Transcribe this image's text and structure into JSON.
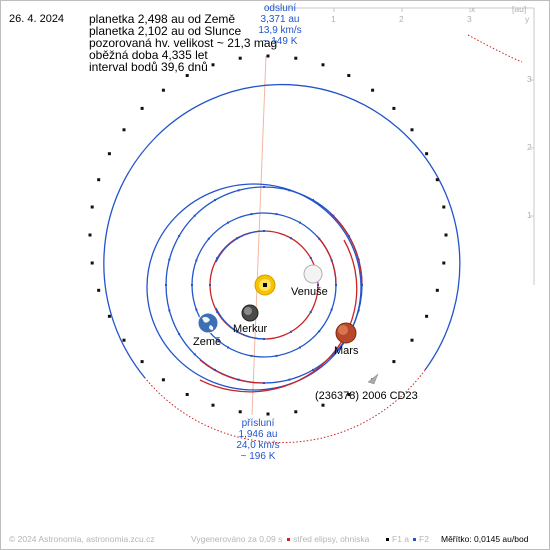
{
  "date": "26. 4. 2024",
  "info": {
    "line1": "planetka 2,498 au od Země",
    "line2": "planetka 2,102 au od Slunce",
    "line3": "pozorovaná hv. velikost ~ 21,3 mag",
    "line4": "oběžná doba 4,335 let",
    "line5": "interval bodů 39,6 dnů"
  },
  "aphelion": {
    "l1": "odsluní",
    "l2": "3,371 au",
    "l3": "13,9 km/s",
    "l4": "~ 149 K"
  },
  "perihelion": {
    "l1": "přísluní",
    "l2": "1,946 au",
    "l3": "24,0 km/s",
    "l4": "~ 196 K"
  },
  "bodies": {
    "venus": "Venuše",
    "earth": "Země",
    "mercury": "Merkur",
    "mars": "Mars",
    "asteroid": "(236378) 2006 CD23"
  },
  "axes": {
    "x_label": "x",
    "y_label": "y",
    "unit": "[au]",
    "x_ticks": [
      "1",
      "2",
      "3"
    ],
    "y_ticks": [
      "3",
      "2",
      "1"
    ]
  },
  "footer": {
    "copyright": "© 2024 Astronomia, astronomia.zcu.cz",
    "generated": "Vygenerováno za 0,09 s",
    "legend_center": "střed elipsy, ohniska",
    "legend_f1": "F1 a",
    "legend_f2": "F2",
    "scale": "Měřítko: 0,0145 au/bod"
  },
  "colors": {
    "blue": "#2255cc",
    "red": "#cc2222",
    "sun": "#f5c400",
    "axis": "#c8c8c8",
    "apsis_line": "#f0b8a0"
  }
}
